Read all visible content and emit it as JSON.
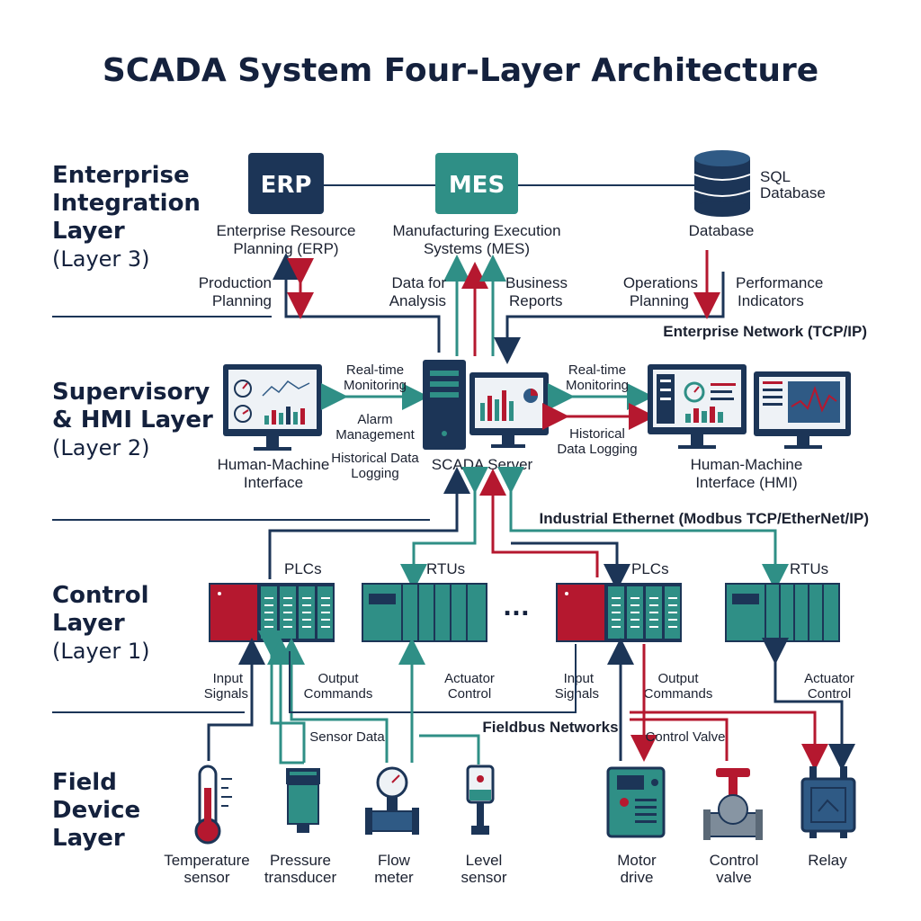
{
  "title": "SCADA System Four-Layer Architecture",
  "layers": [
    {
      "name_lines": [
        "Enterprise",
        "Integration",
        "Layer"
      ],
      "level": "(Layer 3)"
    },
    {
      "name_lines": [
        "Supervisory",
        "& HMI Layer"
      ],
      "level": "(Layer 2)"
    },
    {
      "name_lines": [
        "Control",
        "Layer"
      ],
      "level": "(Layer 1)"
    },
    {
      "name_lines": [
        "Field",
        "Device",
        "Layer"
      ],
      "level": ""
    }
  ],
  "enterprise": {
    "erp_box": "ERP",
    "erp_caption": [
      "Enterprise Resource",
      "Planning (ERP)"
    ],
    "mes_box": "MES",
    "mes_caption": [
      "Manufacturing Execution",
      "Systems (MES)"
    ],
    "db_label": [
      "SQL",
      "Database"
    ],
    "db_caption": "Database",
    "flows": {
      "production_planning": [
        "Production",
        "Planning"
      ],
      "data_for_analysis": [
        "Data for",
        "Analysis"
      ],
      "business_reports": [
        "Business",
        "Reports"
      ],
      "operations_planning": [
        "Operations",
        "Planning"
      ],
      "performance_indicators": [
        "Performance",
        "Indicators"
      ]
    },
    "network": "Enterprise Network (TCP/IP)"
  },
  "supervisory": {
    "hmi_left_caption": [
      "Human-Machine",
      "Interface"
    ],
    "hmi_right_caption": [
      "Human-Machine",
      "Interface (HMI)"
    ],
    "server_caption": "SCADA Server",
    "left_flows": {
      "realtime": [
        "Real-time",
        "Monitoring"
      ],
      "alarm": [
        "Alarm",
        "Management"
      ],
      "historical": [
        "Historical Data",
        "Logging"
      ]
    },
    "right_flows": {
      "realtime": [
        "Real-time",
        "Monitoring"
      ],
      "historical": [
        "Historical",
        "Data Logging"
      ]
    },
    "network": "Industrial Ethernet (Modbus TCP/EtherNet/IP)"
  },
  "control": {
    "devices": [
      "PLCs",
      "RTUs",
      "PLCs",
      "RTUs"
    ],
    "ellipsis": "...",
    "flows": {
      "input1": [
        "Input",
        "Signals"
      ],
      "output1": [
        "Output",
        "Commands"
      ],
      "actuator1": [
        "Actuator",
        "Control"
      ],
      "input2": [
        "Input",
        "Signals"
      ],
      "output2": [
        "Output",
        "Commands"
      ],
      "actuator2": [
        "Actuator",
        "Control"
      ]
    },
    "network": "Fieldbus Networks",
    "sensor_data": "Sensor Data",
    "control_valve_flow": "Control Valve"
  },
  "field": {
    "devices": [
      {
        "name": [
          "Temperature",
          "sensor"
        ],
        "icon": "thermometer-icon"
      },
      {
        "name": [
          "Pressure",
          "transducer"
        ],
        "icon": "pressure-transducer-icon"
      },
      {
        "name": [
          "Flow",
          "meter"
        ],
        "icon": "flow-meter-icon"
      },
      {
        "name": [
          "Level",
          "sensor"
        ],
        "icon": "level-sensor-icon"
      },
      {
        "name": [
          "Motor",
          "drive"
        ],
        "icon": "motor-drive-icon"
      },
      {
        "name": [
          "Control",
          "valve"
        ],
        "icon": "control-valve-icon"
      },
      {
        "name": [
          "Relay"
        ],
        "icon": "relay-icon"
      }
    ]
  },
  "colors": {
    "navy": "#1c3557",
    "teal": "#2f8f86",
    "red": "#b5182f",
    "dark": "#14213d"
  }
}
